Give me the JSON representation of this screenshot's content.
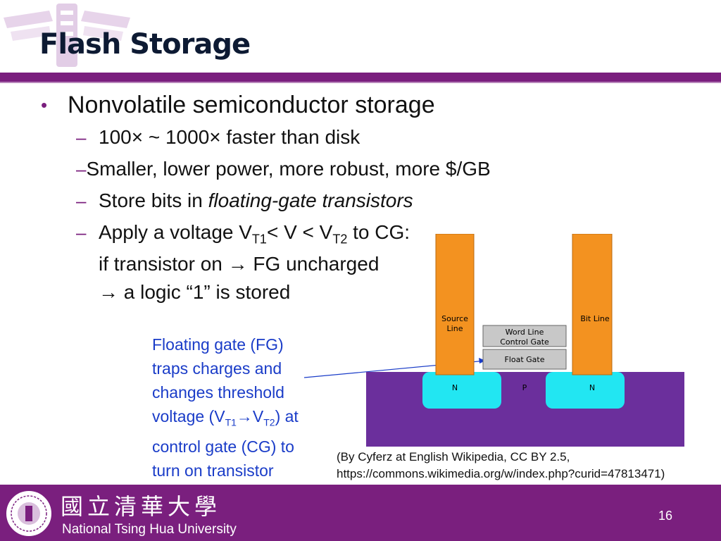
{
  "slide": {
    "title": "Flash Storage",
    "bullet": "Nonvolatile semiconductor storage",
    "subbullets": {
      "speed": "100× ~ 1000× faster than disk",
      "smaller": "Smaller, lower power, more robust, more $/GB",
      "store_prefix": "Store bits in ",
      "store_italic": "floating-gate transistors",
      "apply_a": "Apply a voltage V",
      "apply_sub1": "T1",
      "apply_b": "< V < V",
      "apply_sub2": "T2",
      "apply_c": " to CG:",
      "line2": "if transistor on → FG uncharged",
      "line3": "→ a logic “1” is stored"
    },
    "fg_note": {
      "l1": "Floating gate (FG)",
      "l2": "traps charges and",
      "l3": "changes threshold",
      "l4a": "voltage (V",
      "l4s1": "T1",
      "l4arrow": "→",
      "l4b": "V",
      "l4s2": "T2",
      "l4c": ") at",
      "l5": "control gate (CG) to",
      "l6": "turn on transistor"
    },
    "credit": {
      "line1": "(By Cyferz at English Wikipedia, CC BY 2.5,",
      "line2": "https://commons.wikimedia.org/w/index.php?curid=47813471)"
    }
  },
  "diagram": {
    "source_line": [
      "Source",
      "Line"
    ],
    "bit_line": "Bit Line",
    "word_line": [
      "Word Line",
      "Control Gate"
    ],
    "float_gate": "Float Gate",
    "n_left": "N",
    "p": "P",
    "n_right": "N",
    "colors": {
      "substrate": "#6b2f9c",
      "n_region": "#22e6f2",
      "line": "#f39220",
      "gate": "#c8c8c8"
    }
  },
  "footer": {
    "university_cn": "國立清華大學",
    "university_en": "National Tsing Hua University",
    "page_number": "16"
  },
  "theme": {
    "accent": "#7a1f7e",
    "note_blue": "#1a3cc8"
  }
}
